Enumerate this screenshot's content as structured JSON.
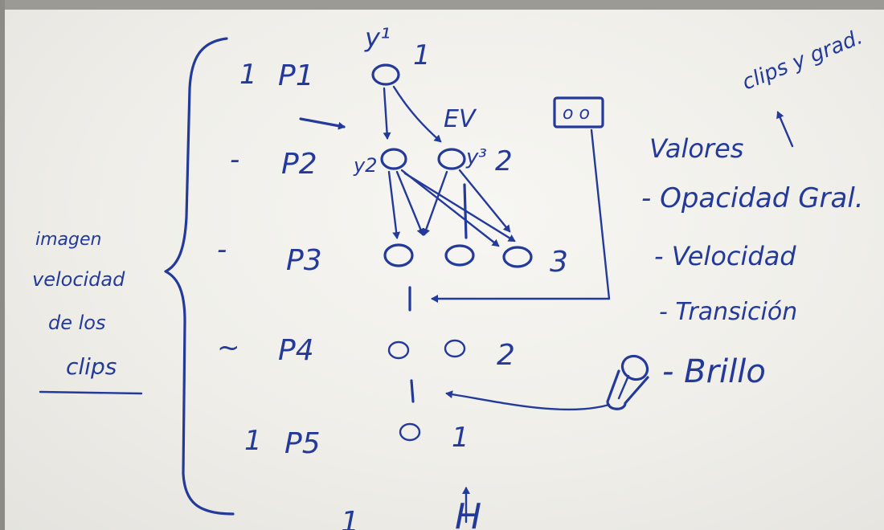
{
  "ink_color": "#243a9a",
  "paper_color": "#efeee9",
  "left_note": {
    "lines": [
      "imagen",
      "velocidad",
      "de los",
      "clips"
    ]
  },
  "rows": [
    {
      "marker": "1",
      "label": "P1",
      "count": "1"
    },
    {
      "marker": "-",
      "label": "P2",
      "count": "2"
    },
    {
      "marker": "-",
      "label": "P3",
      "count": "3"
    },
    {
      "marker": "~",
      "label": "P4",
      "count": "2"
    },
    {
      "marker": "1",
      "label": "P5",
      "count": "1"
    }
  ],
  "node_annotations": {
    "y1": "y¹",
    "y2": "y2",
    "y3": "y³",
    "ev": "EV"
  },
  "device_label": "o o",
  "values": {
    "title": "Valores",
    "items": [
      "- Opacidad Gral.",
      "- Velocidad",
      "- Transición",
      "- Brillo"
    ]
  },
  "top_right_note": "clips y grad.",
  "bottom_marks": [
    "1",
    "H"
  ]
}
